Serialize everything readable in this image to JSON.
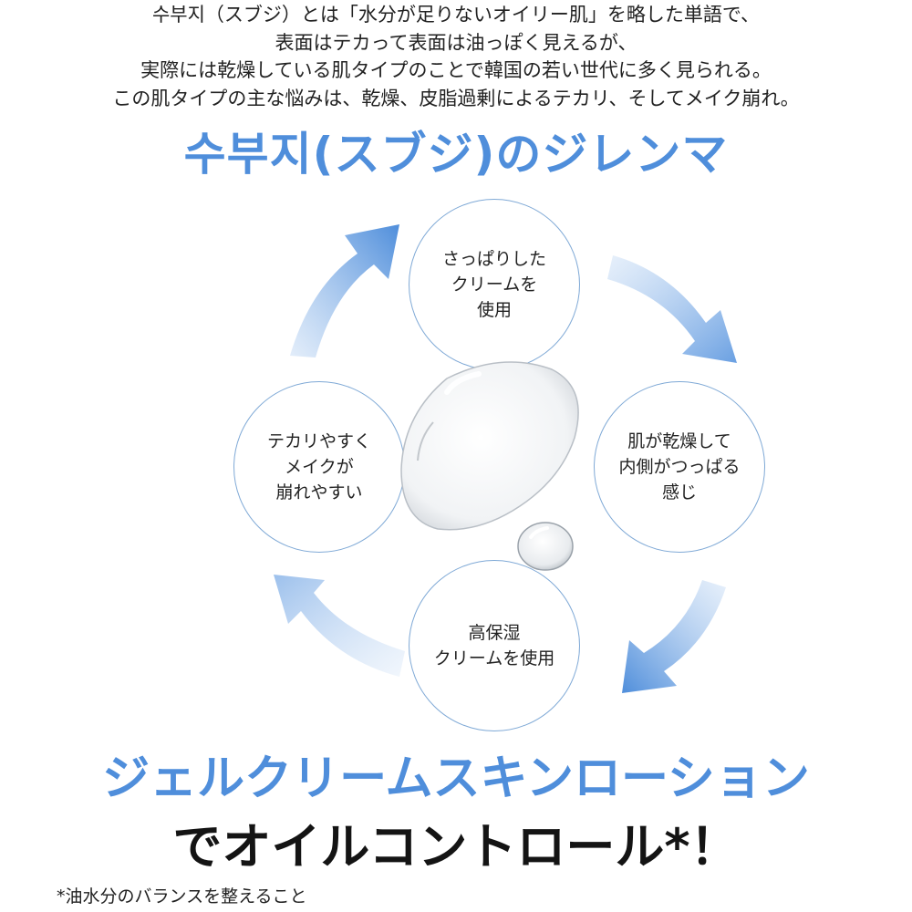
{
  "intro": {
    "lines": [
      "수부지（スブジ）とは「水分が足りないオイリー肌」を略した単語で、",
      "表面はテカって表面は油っぽく見えるが、",
      "実際には乾燥している肌タイプのことで韓国の若い世代に多く見られる。",
      "この肌タイプの主な悩みは、乾燥、皮脂過剰によるテカリ、そしてメイク崩れ。"
    ]
  },
  "title": "수부지(スブジ)のジレンマ",
  "cycle": {
    "top": "さっぱりした\nクリームを\n使用",
    "right": "肌が乾燥して\n内側がつっぱる\n感じ",
    "bottom": "高保湿\nクリームを使用",
    "left": "テカリやすく\nメイクが\n崩れやすい"
  },
  "headline": {
    "blue": "ジェルクリームスキンローション",
    "black": "でオイルコントロール*！"
  },
  "footnote": "*油水分のバランスを整えること",
  "colors": {
    "accent_blue": "#4f8edb",
    "circle_border": "#7fa9d6",
    "text": "#222222"
  }
}
